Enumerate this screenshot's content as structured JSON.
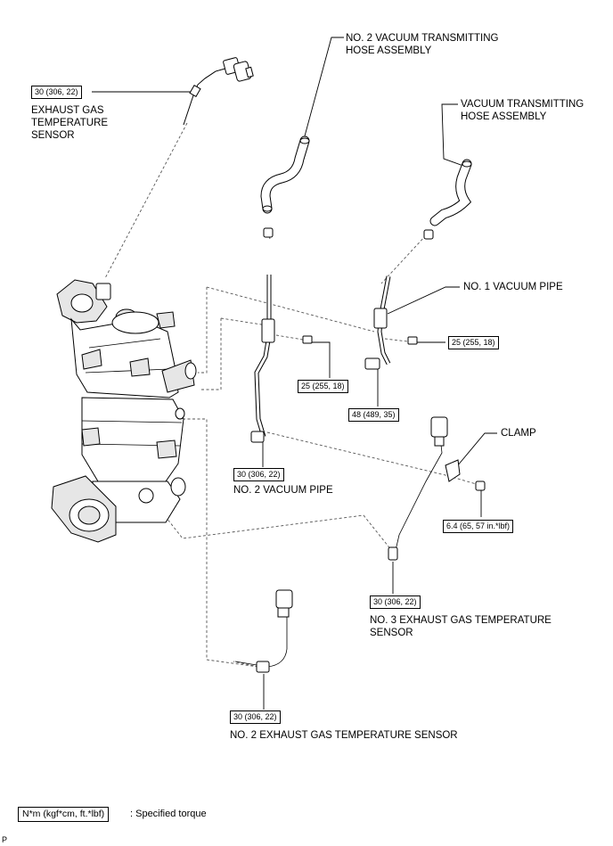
{
  "labels": {
    "no2_vacuum_hose": "NO. 2 VACUUM TRANSMITTING",
    "no2_vacuum_hose_2": "HOSE ASSEMBLY",
    "vacuum_hose": "VACUUM TRANSMITTING",
    "vacuum_hose_2": "HOSE ASSEMBLY",
    "egt_sensor_1": "EXHAUST GAS",
    "egt_sensor_2": "TEMPERATURE",
    "egt_sensor_3": "SENSOR",
    "no1_vacuum_pipe": "NO. 1 VACUUM PIPE",
    "clamp": "CLAMP",
    "no2_vacuum_pipe": "NO. 2 VACUUM PIPE",
    "no3_egt_sensor_1": "NO. 3 EXHAUST GAS TEMPERATURE",
    "no3_egt_sensor_2": "SENSOR",
    "no2_egt_sensor": "NO. 2 EXHAUST GAS TEMPERATURE SENSOR"
  },
  "torques": {
    "egt_sensor": "30 (306, 22)",
    "no2_vacuum_pipe_bolt": "25 (255, 18)",
    "no1_vacuum_pipe_bolt": "25 (255, 18)",
    "no1_vacuum_pipe_sensor": "48 (489, 35)",
    "no2_vacuum_pipe_sensor": "30 (306, 22)",
    "clamp_nut": "6.4 (65, 57 in.*lbf)",
    "no3_egt_sensor": "30 (306, 22)",
    "no2_egt_sensor": "30 (306, 22)"
  },
  "legend": {
    "unit": "N*m (kgf*cm, ft.*lbf)",
    "meaning": ": Specified torque"
  },
  "page_mark": "P"
}
